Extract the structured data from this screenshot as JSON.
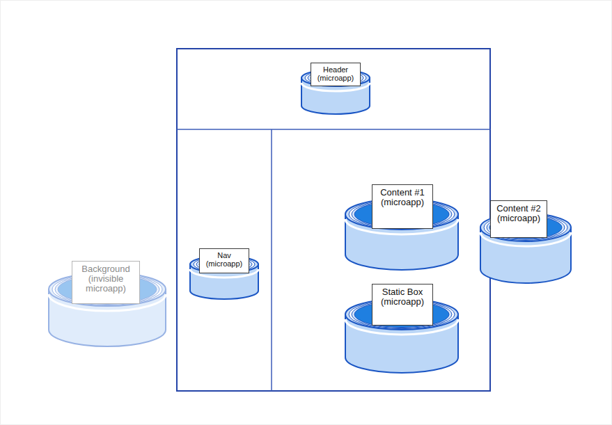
{
  "diagram": {
    "nodes": [
      {
        "text": [
          "Header (microapp)"
        ]
      },
      {
        "text": [
          "Content #1 (microapp)"
        ]
      },
      {
        "text": [
          "Content #2 (microapp)"
        ]
      },
      {
        "text": [
          "Nav (microapp)"
        ]
      },
      {
        "text": [
          "Static Box (microapp)"
        ]
      },
      {
        "text": [
          "Background (invisible microapp)"
        ]
      }
    ]
  }
}
